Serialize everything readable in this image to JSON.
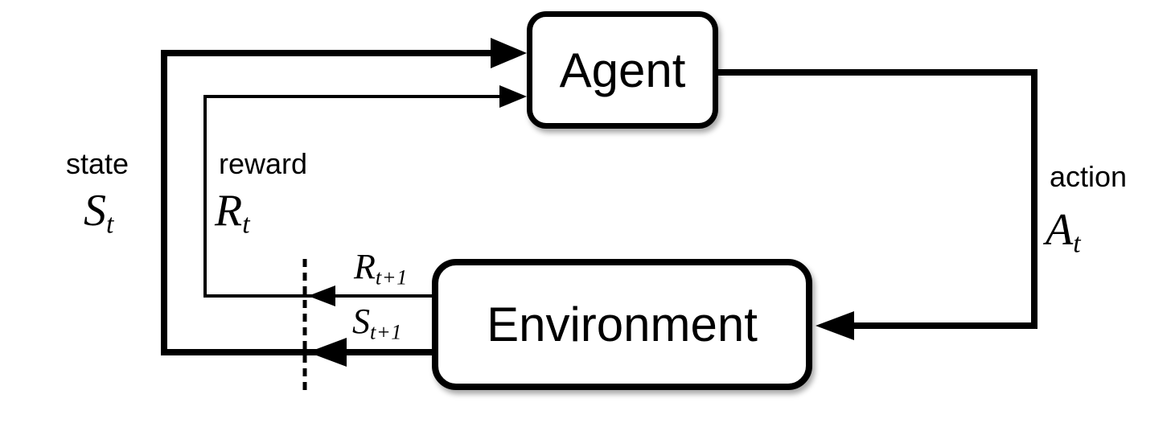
{
  "diagram": {
    "name": "agent-environment-interaction-loop",
    "boxes": {
      "agent": {
        "label": "Agent"
      },
      "environment": {
        "label": "Environment"
      }
    },
    "labels": {
      "state": {
        "word": "state",
        "symbol": "S",
        "subscript": "t"
      },
      "reward": {
        "word": "reward",
        "symbol": "R",
        "subscript": "t"
      },
      "action": {
        "word": "action",
        "symbol": "A",
        "subscript": "t"
      },
      "next_reward": {
        "symbol": "R",
        "subscript": "t+1"
      },
      "next_state": {
        "symbol": "S",
        "subscript": "t+1"
      }
    },
    "edges": [
      {
        "name": "state-to-agent",
        "from": "environment",
        "to": "agent",
        "label": "state St (via St+1 across time-step boundary)"
      },
      {
        "name": "reward-to-agent",
        "from": "environment",
        "to": "agent",
        "label": "reward Rt (via Rt+1 across time-step boundary)"
      },
      {
        "name": "action-to-environment",
        "from": "agent",
        "to": "environment",
        "label": "action At"
      }
    ],
    "colors": {
      "line": "#000000",
      "box_border": "#000000",
      "box_fill": "#ffffff",
      "background": "#ffffff",
      "text": "#000000"
    }
  }
}
